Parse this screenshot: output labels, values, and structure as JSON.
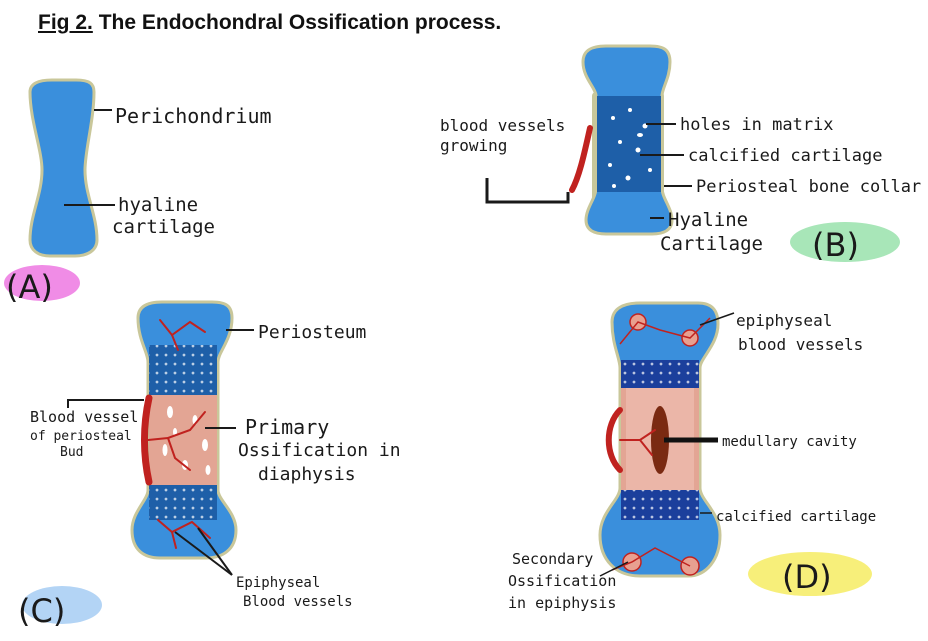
{
  "figure": {
    "number_label": "Fig 2.",
    "title_text": "The Endochondral Ossification process."
  },
  "colors": {
    "cartilage_blue": "#3a8fdc",
    "calcified_blue": "#1e5fa8",
    "dark_blue": "#1b3f9c",
    "perichondrium": "#c9c79a",
    "bone_pink": "#e3a594",
    "vessel_red": "#c0221f",
    "cavity_brown": "#7a2a12",
    "highlight_a": "#f08ce6",
    "highlight_b": "#a8e6b8",
    "highlight_c": "#b3d4f5",
    "highlight_d": "#f7ef7a"
  },
  "panels": {
    "a": {
      "letter": "(A)",
      "labels": {
        "perichondrium": "Perichondrium",
        "hyaline_1": "hyaline",
        "hyaline_2": "cartilage"
      }
    },
    "b": {
      "letter": "(B)",
      "labels": {
        "vessels_1": "blood vessels",
        "vessels_2": "growing",
        "holes": "holes in matrix",
        "calcified": "calcified cartilage",
        "collar": "Periosteal bone collar",
        "hyaline_1": "Hyaline",
        "hyaline_2": "Cartilage"
      }
    },
    "c": {
      "letter": "(C)",
      "labels": {
        "periosteum": "Periosteum",
        "vessel_1": "Blood vessel",
        "vessel_2": "of periosteal",
        "vessel_3": "Bud",
        "primary_1": "Primary",
        "primary_2": "Ossification in",
        "primary_3": "diaphysis",
        "epi_1": "Epiphyseal",
        "epi_2": "Blood vessels"
      }
    },
    "d": {
      "letter": "(D)",
      "labels": {
        "epi_1": "epiphyseal",
        "epi_2": "blood vessels",
        "medullary": "medullary cavity",
        "calcified": "calcified cartilage",
        "secondary_1": "Secondary",
        "secondary_2": "Ossification",
        "secondary_3": "in epiphysis"
      }
    }
  }
}
